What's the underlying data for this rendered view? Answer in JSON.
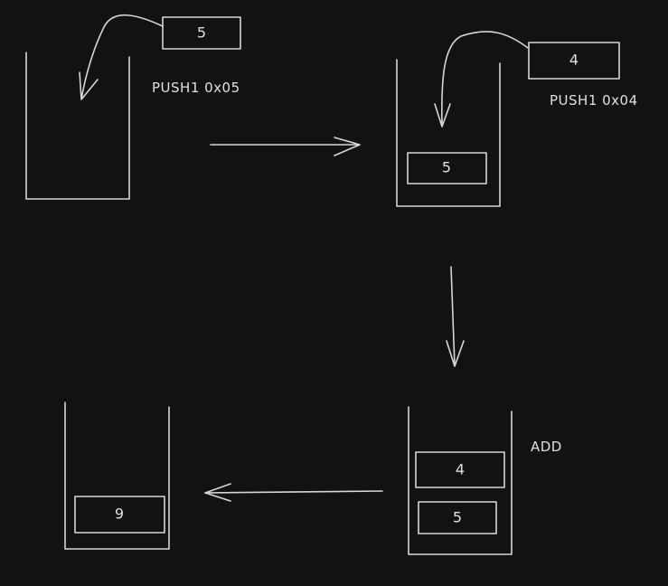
{
  "colors": {
    "background": "#121212",
    "stroke": "#d6d6d6"
  },
  "steps": [
    {
      "instruction": "PUSH1 0x05",
      "incoming": "5",
      "stack": []
    },
    {
      "instruction": "PUSH1 0x04",
      "incoming": "4",
      "stack": [
        "5"
      ]
    },
    {
      "instruction": "ADD",
      "stack": [
        "4",
        "5"
      ]
    },
    {
      "stack": [
        "9"
      ]
    }
  ]
}
